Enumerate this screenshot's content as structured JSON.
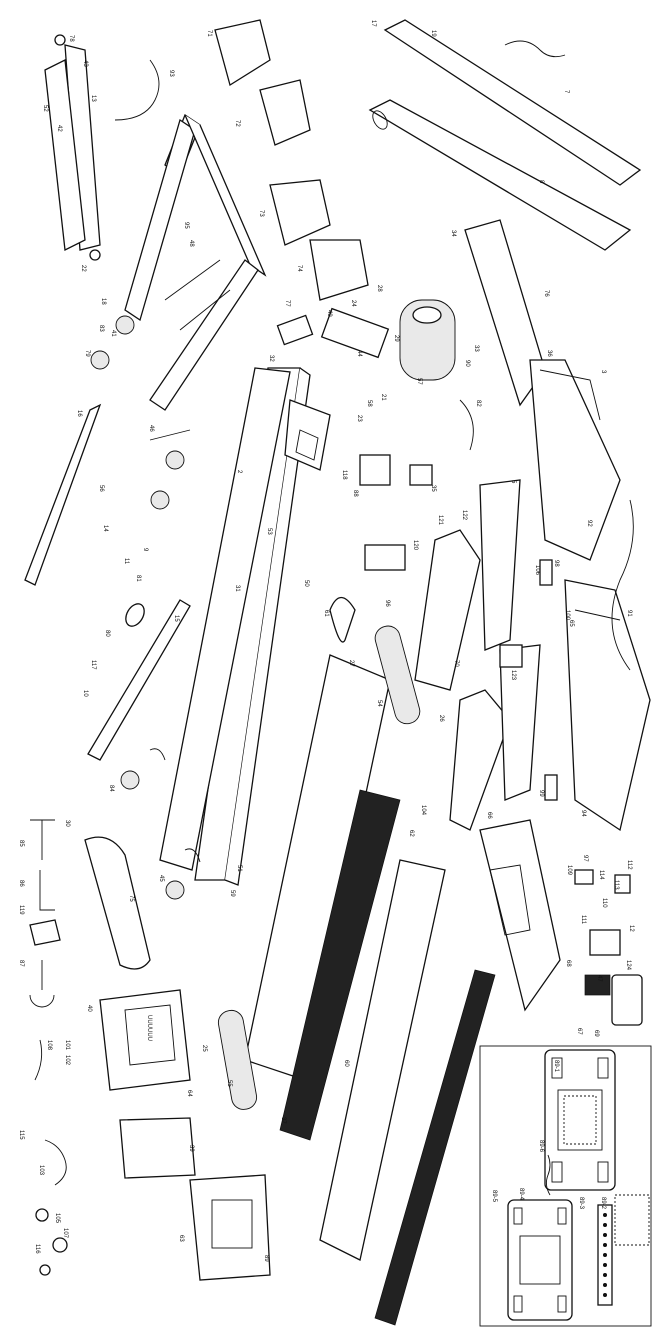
{
  "colors": {
    "ink": "#111111",
    "paper": "#ffffff",
    "shade": "#e9e9e9"
  },
  "parts": [
    {
      "id": "p2",
      "label": "2"
    },
    {
      "id": "p3",
      "label": "3"
    },
    {
      "id": "p5",
      "label": "5"
    },
    {
      "id": "p7",
      "label": "7"
    },
    {
      "id": "p8",
      "label": "8"
    },
    {
      "id": "p9",
      "label": "9"
    },
    {
      "id": "p10",
      "label": "10"
    },
    {
      "id": "p11",
      "label": "11"
    },
    {
      "id": "p12",
      "label": "12"
    },
    {
      "id": "p13",
      "label": "13"
    },
    {
      "id": "p14",
      "label": "14"
    },
    {
      "id": "p15",
      "label": "15"
    },
    {
      "id": "p16",
      "label": "16"
    },
    {
      "id": "p17",
      "label": "17"
    },
    {
      "id": "p18",
      "label": "18"
    },
    {
      "id": "p19",
      "label": "19"
    },
    {
      "id": "p21",
      "label": "21"
    },
    {
      "id": "p22",
      "label": "22"
    },
    {
      "id": "p23",
      "label": "23"
    },
    {
      "id": "p24",
      "label": "24"
    },
    {
      "id": "p25",
      "label": "25"
    },
    {
      "id": "p26",
      "label": "26"
    },
    {
      "id": "p27",
      "label": "27"
    },
    {
      "id": "p28",
      "label": "28"
    },
    {
      "id": "p29",
      "label": "29"
    },
    {
      "id": "p30",
      "label": "30"
    },
    {
      "id": "p31",
      "label": "31"
    },
    {
      "id": "p32",
      "label": "32"
    },
    {
      "id": "p33",
      "label": "33"
    },
    {
      "id": "p34",
      "label": "34"
    },
    {
      "id": "p35",
      "label": "35"
    },
    {
      "id": "p36",
      "label": "36"
    },
    {
      "id": "p37",
      "label": "37"
    },
    {
      "id": "p39",
      "label": "39"
    },
    {
      "id": "p40",
      "label": "40"
    },
    {
      "id": "p41",
      "label": "41"
    },
    {
      "id": "p42",
      "label": "42"
    },
    {
      "id": "p43",
      "label": "43"
    },
    {
      "id": "p44",
      "label": "44"
    },
    {
      "id": "p45",
      "label": "45"
    },
    {
      "id": "p46",
      "label": "46"
    },
    {
      "id": "p47",
      "label": "47"
    },
    {
      "id": "p48",
      "label": "48"
    },
    {
      "id": "p49",
      "label": "49"
    },
    {
      "id": "p50",
      "label": "50"
    },
    {
      "id": "p51",
      "label": "51"
    },
    {
      "id": "p52",
      "label": "52"
    },
    {
      "id": "p53",
      "label": "53"
    },
    {
      "id": "p54",
      "label": "54"
    },
    {
      "id": "p55",
      "label": "55"
    },
    {
      "id": "p56",
      "label": "56"
    },
    {
      "id": "p57",
      "label": "57"
    },
    {
      "id": "p58",
      "label": "58"
    },
    {
      "id": "p59",
      "label": "59"
    },
    {
      "id": "p60",
      "label": "60"
    },
    {
      "id": "p61",
      "label": "61"
    },
    {
      "id": "p62",
      "label": "62"
    },
    {
      "id": "p63",
      "label": "63"
    },
    {
      "id": "p64",
      "label": "64"
    },
    {
      "id": "p65",
      "label": "65"
    },
    {
      "id": "p66",
      "label": "66"
    },
    {
      "id": "p67",
      "label": "67"
    },
    {
      "id": "p68",
      "label": "68"
    },
    {
      "id": "p69",
      "label": "69"
    },
    {
      "id": "p70",
      "label": "70"
    },
    {
      "id": "p71",
      "label": "71"
    },
    {
      "id": "p72",
      "label": "72"
    },
    {
      "id": "p73",
      "label": "73"
    },
    {
      "id": "p74",
      "label": "74"
    },
    {
      "id": "p75",
      "label": "75"
    },
    {
      "id": "p76",
      "label": "76"
    },
    {
      "id": "p77",
      "label": "77"
    },
    {
      "id": "p78",
      "label": "78"
    },
    {
      "id": "p79",
      "label": "79"
    },
    {
      "id": "p80",
      "label": "80"
    },
    {
      "id": "p81",
      "label": "81"
    },
    {
      "id": "p82",
      "label": "82"
    },
    {
      "id": "p83",
      "label": "83"
    },
    {
      "id": "p84",
      "label": "84"
    },
    {
      "id": "p85",
      "label": "85"
    },
    {
      "id": "p86",
      "label": "86"
    },
    {
      "id": "p87",
      "label": "87"
    },
    {
      "id": "p88",
      "label": "88"
    },
    {
      "id": "p89",
      "label": "89"
    },
    {
      "id": "p90",
      "label": "90"
    },
    {
      "id": "p91",
      "label": "91"
    },
    {
      "id": "p92",
      "label": "92"
    },
    {
      "id": "p93",
      "label": "93"
    },
    {
      "id": "p94",
      "label": "94"
    },
    {
      "id": "p95",
      "label": "95"
    },
    {
      "id": "p96",
      "label": "96"
    },
    {
      "id": "p97",
      "label": "97"
    },
    {
      "id": "p98",
      "label": "98"
    },
    {
      "id": "p99",
      "label": "99"
    },
    {
      "id": "p100",
      "label": "100"
    },
    {
      "id": "p101",
      "label": "101"
    },
    {
      "id": "p102",
      "label": "102"
    },
    {
      "id": "p103",
      "label": "103"
    },
    {
      "id": "p104",
      "label": "104"
    },
    {
      "id": "p105",
      "label": "105"
    },
    {
      "id": "p106",
      "label": "106"
    },
    {
      "id": "p107",
      "label": "107"
    },
    {
      "id": "p108",
      "label": "108"
    },
    {
      "id": "p109",
      "label": "109"
    },
    {
      "id": "p110",
      "label": "110"
    },
    {
      "id": "p111",
      "label": "111"
    },
    {
      "id": "p112",
      "label": "112"
    },
    {
      "id": "p113",
      "label": "113"
    },
    {
      "id": "p114",
      "label": "114"
    },
    {
      "id": "p115",
      "label": "115"
    },
    {
      "id": "p116",
      "label": "116"
    },
    {
      "id": "p117",
      "label": "117"
    },
    {
      "id": "p118",
      "label": "118"
    },
    {
      "id": "p119",
      "label": "119"
    },
    {
      "id": "p120",
      "label": "120"
    },
    {
      "id": "p121",
      "label": "121"
    },
    {
      "id": "p122",
      "label": "122"
    },
    {
      "id": "p123",
      "label": "123"
    },
    {
      "id": "p124",
      "label": "124"
    }
  ],
  "inset": {
    "labels": {
      "a": "89-1",
      "b": "89-2",
      "c": "89-3",
      "d": "89-4",
      "e": "89-5",
      "f": "89-6"
    }
  },
  "console_lettering": "UUUUUU"
}
